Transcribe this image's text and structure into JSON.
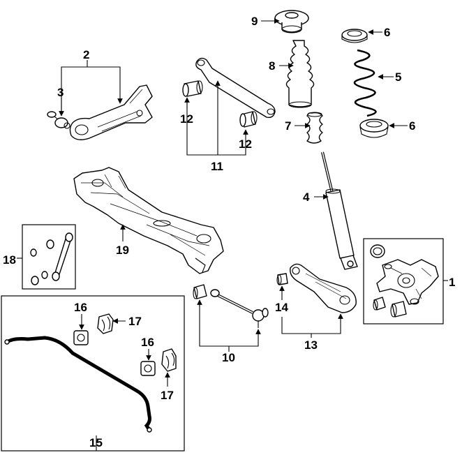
{
  "callouts": [
    {
      "key": "c1",
      "text": "1"
    },
    {
      "key": "c2",
      "text": "2"
    },
    {
      "key": "c3",
      "text": "3"
    },
    {
      "key": "c4",
      "text": "4"
    },
    {
      "key": "c5",
      "text": "5"
    },
    {
      "key": "c6a",
      "text": "6"
    },
    {
      "key": "c6b",
      "text": "6"
    },
    {
      "key": "c7",
      "text": "7"
    },
    {
      "key": "c8",
      "text": "8"
    },
    {
      "key": "c9",
      "text": "9"
    },
    {
      "key": "c10",
      "text": "10"
    },
    {
      "key": "c11",
      "text": "11"
    },
    {
      "key": "c12a",
      "text": "12"
    },
    {
      "key": "c12b",
      "text": "12"
    },
    {
      "key": "c13",
      "text": "13"
    },
    {
      "key": "c14",
      "text": "14"
    },
    {
      "key": "c15",
      "text": "15"
    },
    {
      "key": "c16a",
      "text": "16"
    },
    {
      "key": "c16b",
      "text": "16"
    },
    {
      "key": "c17a",
      "text": "17"
    },
    {
      "key": "c17b",
      "text": "17"
    },
    {
      "key": "c18",
      "text": "18"
    },
    {
      "key": "c19",
      "text": "19"
    }
  ]
}
